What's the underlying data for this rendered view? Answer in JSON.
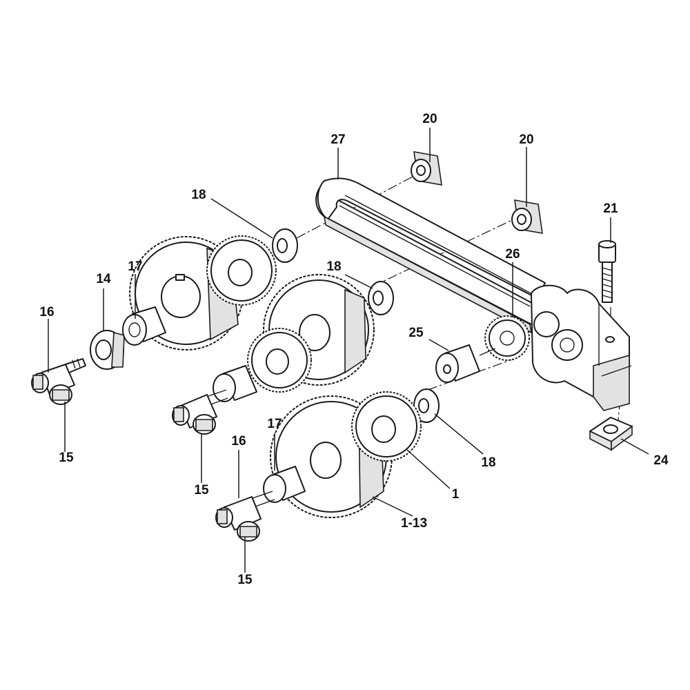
{
  "callouts": [
    {
      "id": "c1",
      "text": "20"
    },
    {
      "id": "c2",
      "text": "27"
    },
    {
      "id": "c3",
      "text": "20"
    },
    {
      "id": "c4",
      "text": "18"
    },
    {
      "id": "c5",
      "text": "21"
    },
    {
      "id": "c6",
      "text": "17"
    },
    {
      "id": "c7",
      "text": "14"
    },
    {
      "id": "c8",
      "text": "18"
    },
    {
      "id": "c9",
      "text": "26"
    },
    {
      "id": "c10",
      "text": "16"
    },
    {
      "id": "c11",
      "text": "25"
    },
    {
      "id": "c12",
      "text": "17"
    },
    {
      "id": "c13",
      "text": "16"
    },
    {
      "id": "c14",
      "text": "15"
    },
    {
      "id": "c15",
      "text": "18"
    },
    {
      "id": "c16",
      "text": "24"
    },
    {
      "id": "c17",
      "text": "15"
    },
    {
      "id": "c18",
      "text": "1"
    },
    {
      "id": "c19",
      "text": "1-13"
    },
    {
      "id": "c20",
      "text": "15"
    }
  ],
  "colors": {
    "ink": "#1a1a1a",
    "shade": "#e2e2e2",
    "background": "#ffffff"
  }
}
